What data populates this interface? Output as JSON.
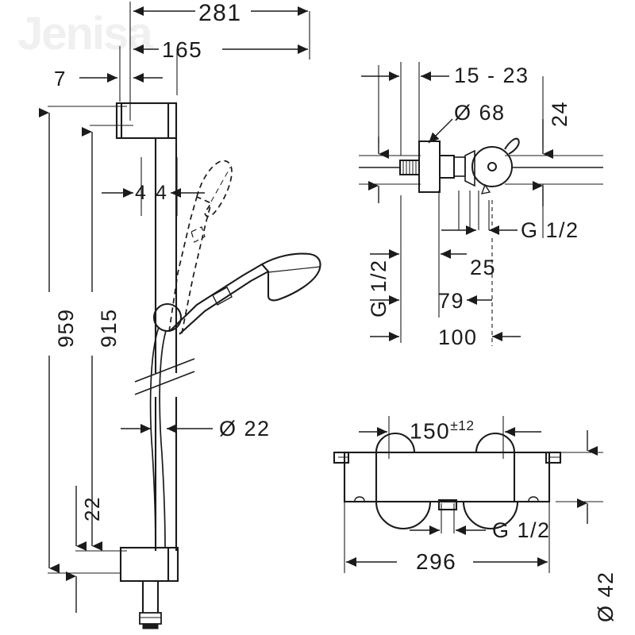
{
  "document": {
    "kind": "technical-dimension-drawing",
    "subject": "Shower set with thermostatic mixer — dimensioned product drawing",
    "watermark": "Jenisa",
    "units_note": "mm",
    "line_color": "#1b1b1b",
    "background_color": "#ffffff",
    "watermark_color": "#f0f0f0"
  },
  "views": {
    "shower_rail": {
      "name": "Shower rail with hand shower — front elevation",
      "dimensions": {
        "overall_depth": "281",
        "bracket_offset": "165",
        "wall_plate_thickness": "7",
        "handset_offset": "44",
        "overall_height": "959",
        "rail_height": "915",
        "bottom_bracket": "22",
        "rail_diameter": "Ø 22"
      }
    },
    "valve_detail": {
      "name": "Wall connection / S-union detail",
      "dimensions": {
        "projection_range": "15 - 23",
        "escutcheon_diameter": "Ø 68",
        "height_24": "24",
        "thread_left": "G 1/2",
        "thread_right": "G 1/2",
        "dim_25": "25",
        "dim_79": "79",
        "dim_100": "100"
      }
    },
    "thermostat": {
      "name": "Thermostatic mixer — front elevation",
      "dimensions": {
        "centre_distance": "150",
        "centre_tolerance": "± 12",
        "outlet_thread": "G 1/2",
        "overall_width": "296",
        "body_diameter": "Ø 42"
      }
    }
  },
  "labels": [
    {
      "id": "dim-281",
      "text": "281"
    },
    {
      "id": "dim-165",
      "text": "165"
    },
    {
      "id": "dim-7",
      "text": "7"
    },
    {
      "id": "dim-44-left",
      "text": "4"
    },
    {
      "id": "dim-44-right",
      "text": "4"
    },
    {
      "id": "dim-959",
      "text": "959"
    },
    {
      "id": "dim-915",
      "text": "915"
    },
    {
      "id": "dim-22-vert",
      "text": "22"
    },
    {
      "id": "dim-dia-22",
      "text": "Ø 22"
    },
    {
      "id": "dim-15-23",
      "text": "15 - 23"
    },
    {
      "id": "dim-dia-68",
      "text": "Ø 68"
    },
    {
      "id": "dim-24",
      "text": "24"
    },
    {
      "id": "thread-g12-vert",
      "text": "G 1/2"
    },
    {
      "id": "thread-g12-right",
      "text": "G 1/2"
    },
    {
      "id": "dim-25",
      "text": "25"
    },
    {
      "id": "dim-79",
      "text": "79"
    },
    {
      "id": "dim-100",
      "text": "100"
    },
    {
      "id": "dim-150",
      "text": "150"
    },
    {
      "id": "dim-150-tol",
      "text": "±12"
    },
    {
      "id": "thread-g12-outlet",
      "text": "G 1/2"
    },
    {
      "id": "dim-296",
      "text": "296"
    },
    {
      "id": "dim-dia-42",
      "text": "Ø 42"
    }
  ]
}
